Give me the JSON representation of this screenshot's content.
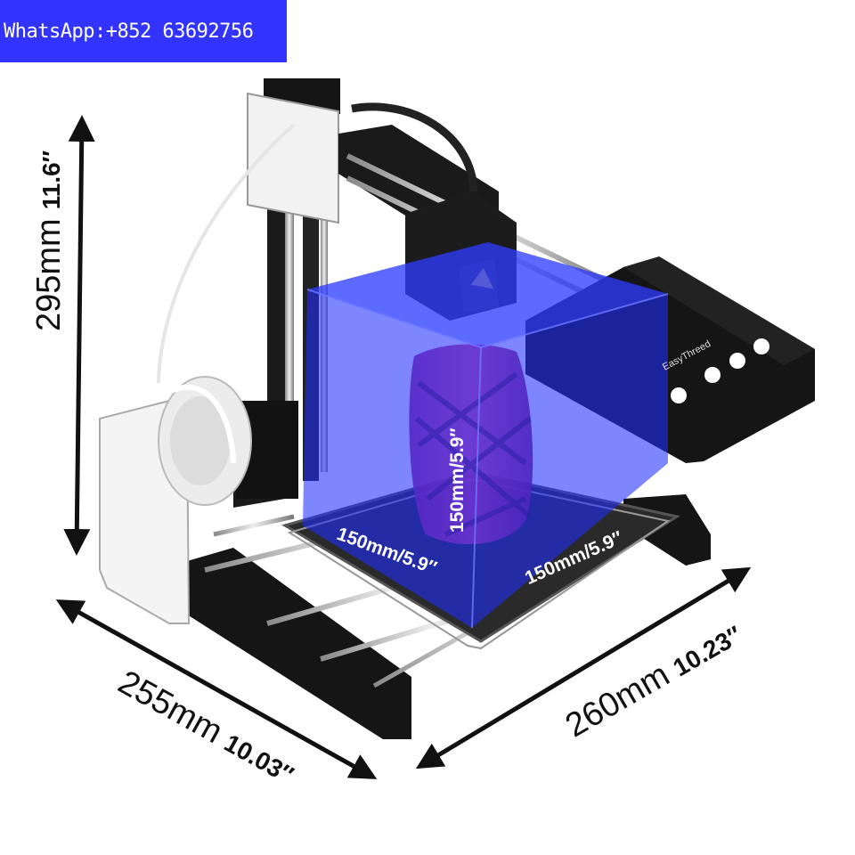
{
  "banner": {
    "text": "WhatsApp:+852 63692756",
    "color": "#3333ff"
  },
  "dimensions": {
    "height": {
      "mm": "295mm",
      "inch": "11.6′′"
    },
    "width": {
      "mm": "255mm",
      "inch": "10.03′′"
    },
    "depth": {
      "mm": "260mm",
      "inch": "10.23′′"
    }
  },
  "build_volume": {
    "x_label": "150mm/5.9′′",
    "y_label": "150mm/5.9′′",
    "z_label": "150mm/5.9′′",
    "color": "#1f2cff"
  },
  "controller": {
    "brand": "EasyThreed"
  }
}
